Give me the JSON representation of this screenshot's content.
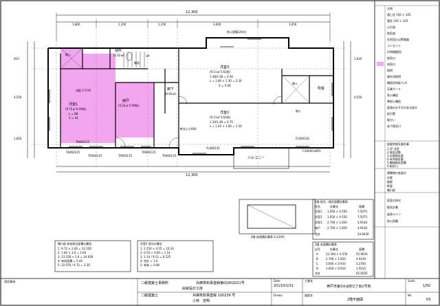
{
  "floorplan": {
    "dims_top": [
      "12,300",
      "1,800",
      "2,350",
      "1,350",
      "3,600",
      "1,650"
    ],
    "dims_left": [
      "910",
      "4,550",
      "1,820"
    ],
    "dims_right": [
      "1,820",
      "4,550"
    ],
    "dims_bottom": [
      "12,300"
    ],
    "rooms": {
      "bedroom1_name": "洋室1",
      "bedroom1_area": "(9.72㎡ 6.00帖)",
      "bedroom1_calc": "L = 88",
      "bedroom1_v": "V = 44",
      "bedroom2_name": "洋室2",
      "bedroom2_area": "(9.11㎡ 5.62帖)",
      "bedroom2_calc1": "1.10/1.46 = 0.75",
      "bedroom2_calc2": "L = 1.50 × 1.00 = 1.50",
      "bedroom3_name": "洋室3",
      "bedroom3_area": "(9.11㎡ 5.62帖)",
      "bedroom3_calc1": "1.38/2.48 = 0.56",
      "bedroom3_calc2": "L = 1.80 × 1.30 = 2.34",
      "bedroom3_v": "V = 0.56",
      "storage_name": "納戸",
      "storage_area": "(9.22㎡ 5.69帖)",
      "hall_name": "廊下",
      "hall_area": "(6.60㎡)",
      "toilet_name": "便所",
      "toilet_area": "(1.62㎡)",
      "closet1": "物入",
      "closet2": "物入",
      "closet3": "物入",
      "balcony": "バルコニー",
      "void": "吹抜",
      "stairs": "階段",
      "up": "UP"
    },
    "windows": [
      "TA060135",
      "TA060135",
      "TA060135",
      "TA060135",
      "TA060135",
      "FL060135",
      "FL060130",
      "F.X060018PG",
      "TA060135"
    ],
    "notes": [
      "防火設備(20分)",
      "軒先より900",
      "勾配 2.5/10"
    ]
  },
  "legend": {
    "rows": [
      "凡例",
      "通し柱 105 × 105",
      "管柱 105 × 105",
      "火打梁",
      "換気扇",
      "住宅用火災警報器",
      "コンセント",
      "24時間換気",
      "給気口",
      "排気口",
      "照明",
      "屋外用照明",
      "構造用合板 t=9",
      "石膏ボード",
      "防火構造",
      "準耐火構造",
      "延焼のおそれのある部分",
      "耐力壁",
      "筋かい",
      "床下換気口"
    ],
    "section2_title": "部屋別換気量計算",
    "section2_rows": [
      "1.2F 洋室",
      "2.換気回数",
      "3.必要換気量",
      "4.有効換気量",
      "5.機械換気設備",
      "6.給気口"
    ],
    "section3_title": "建築物の各部分",
    "section3_rows": [
      "外壁",
      "屋根",
      "軒裏",
      "開口部"
    ],
    "section4_rows": [
      "居室の採光",
      "換気計算",
      "延焼ライン",
      "防火設備"
    ]
  },
  "calc_table": {
    "title": "2階 採光・換気面積計算表",
    "headers": [
      "室名",
      "計算式",
      "面積"
    ],
    "rows": [
      [
        "洋室1",
        "1.650 × 4.550",
        "7.5075"
      ],
      [
        "洋室2",
        "1.650 × 4.550",
        "7.5075"
      ],
      [
        "洋室3",
        "2.700 × 1.820",
        "4.9140"
      ],
      [
        "納戸",
        "2.700 × 1.820",
        "4.9140"
      ],
      [
        "合計",
        "",
        "24.8430"
      ]
    ]
  },
  "calc_table2": {
    "title": "2階 床面積計算表",
    "headers": [
      "記号",
      "計算式",
      "面積"
    ],
    "rows": [
      [
        "A",
        "12.300 × 4.550",
        "55.9650"
      ],
      [
        "B",
        "2.700 × 1.820",
        "4.9140"
      ],
      [
        "C",
        "3.600 × 0.910",
        "3.2760"
      ],
      [
        "D",
        "1.650 × 0.910",
        "1.5015"
      ],
      [
        "合計",
        "",
        "65.6565"
      ]
    ]
  },
  "footnote": "2階 床面積計算表 S:1/200",
  "box_a": {
    "title": "開口部 有効採光面積の算定",
    "lines": [
      "1: 9.72 × 2.40 = 23.328",
      "2: 1.60 × 1.0 = 1.60",
      "3: 23.328 + 1.6 = 24.928",
      "4: 有効面積 = 5.44",
      "5: 32.076 / 9.72 = 3.30"
    ]
  },
  "box_b": {
    "title": "洋室2 採光の算定",
    "lines": [
      "1: 2.250 × 4.55 = 10.24",
      "2: 0.54 + 0.60 = 1.14",
      "3: 1.14 / 9.11 = 0.125",
      "4: 合計 = 1.4",
      "5: 有効 = 0.98"
    ]
  },
  "titleblock": {
    "label_revision": "改定事項",
    "office_label": "二級建築士事務所",
    "office_reg": "兵庫県知事登録第02A02021号",
    "office_name": "由宮設計工房",
    "architect_label": "二級建築士",
    "architect_reg": "兵庫県知事登録 100239 号",
    "architect_name": "小林　宏明",
    "date_label": "Date",
    "date_value": "2013/01/31",
    "drawn_label": "Drawn",
    "project_label": "工事名",
    "project_value": "神戸市第3大谷町2丁目1号地",
    "drawing_label": "図面名",
    "drawing_value": "2階平面図",
    "scale_label": "Scale",
    "scale_value": "1/50",
    "no_label": "No",
    "no_value": "03"
  },
  "colors": {
    "line": "#000000",
    "accent": "#f2a6f0",
    "grid": "#666666",
    "background": "#ffffff"
  }
}
